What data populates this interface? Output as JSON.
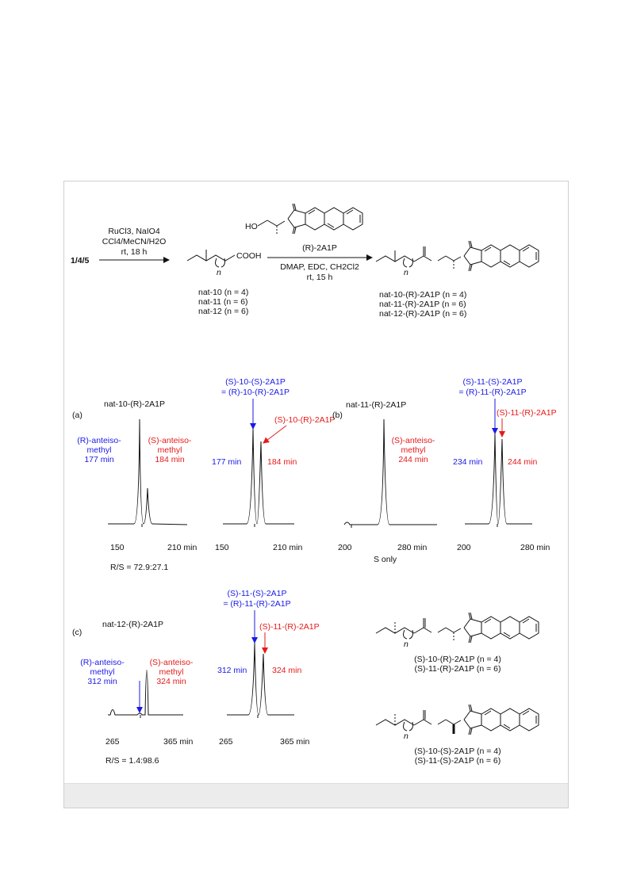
{
  "scheme": {
    "start_label": "1/4/5",
    "step1_conditions": [
      "RuCl3, NaIO4",
      "CCl4/MeCN/H2O",
      "rt, 18 h"
    ],
    "reagent_top": "HO",
    "acid_group": "COOH",
    "n_label": "n",
    "step2_reagent": "(R)-2A1P",
    "step2_conditions": [
      "DMAP, EDC, CH2Cl2",
      "rt, 15 h"
    ],
    "acids": [
      "nat-10 (n = 4)",
      "nat-11 (n = 6)",
      "nat-12 (n = 6)"
    ],
    "esters": [
      "nat-10-(R)-2A1P (n = 4)",
      "nat-11-(R)-2A1P (n = 6)",
      "nat-12-(R)-2A1P (n = 6)"
    ]
  },
  "panels": {
    "a_label": "(a)",
    "b_label": "(b)",
    "c_label": "(c)",
    "a_title": "nat-10-(R)-2A1P",
    "a_r_label": [
      "(R)-anteiso-",
      "methyl",
      "177 min"
    ],
    "a_s_label": [
      "(S)-anteiso-",
      "methyl",
      "184 min"
    ],
    "a_axis": [
      "150",
      "210 min"
    ],
    "a_ratio": "R/S = 72.9:27.1",
    "a2_top": [
      "(S)-10-(S)-2A1P",
      "= (R)-10-(R)-2A1P"
    ],
    "a2_red": "(S)-10-(R)-2A1P",
    "a2_t1": "177 min",
    "a2_t2": "184 min",
    "a2_axis": [
      "150",
      "210 min"
    ],
    "b_title": "nat-11-(R)-2A1P",
    "b_s_label": [
      "(S)-anteiso-",
      "methyl",
      "244 min"
    ],
    "b_axis": [
      "200",
      "280 min"
    ],
    "b_note": "S only",
    "b2_top": [
      "(S)-11-(S)-2A1P",
      "= (R)-11-(R)-2A1P"
    ],
    "b2_red": "(S)-11-(R)-2A1P",
    "b2_t1": "234 min",
    "b2_t2": "244 min",
    "b2_axis": [
      "200",
      "280 min"
    ],
    "c_title": "nat-12-(R)-2A1P",
    "c_r_label": [
      "(R)-anteiso-",
      "methyl",
      "312 min"
    ],
    "c_s_label": [
      "(S)-anteiso-",
      "methyl",
      "324 min"
    ],
    "c_axis": [
      "265",
      "365 min"
    ],
    "c_ratio": "R/S = 1.4:98.6",
    "c2_top": [
      "(S)-11-(S)-2A1P",
      "= (R)-11-(R)-2A1P"
    ],
    "c2_red": "(S)-11-(R)-2A1P",
    "c2_t1": "312 min",
    "c2_t2": "324 min",
    "c2_axis": [
      "265",
      "365 min"
    ],
    "struct1_labels": [
      "(S)-10-(R)-2A1P (n = 4)",
      "(S)-11-(R)-2A1P (n = 6)"
    ],
    "struct2_labels": [
      "(S)-10-(S)-2A1P (n = 4)",
      "(S)-11-(S)-2A1P (n = 6)"
    ]
  },
  "colors": {
    "blue": "#1a1ae6",
    "red": "#e61a1a",
    "footer": "#ececec"
  }
}
